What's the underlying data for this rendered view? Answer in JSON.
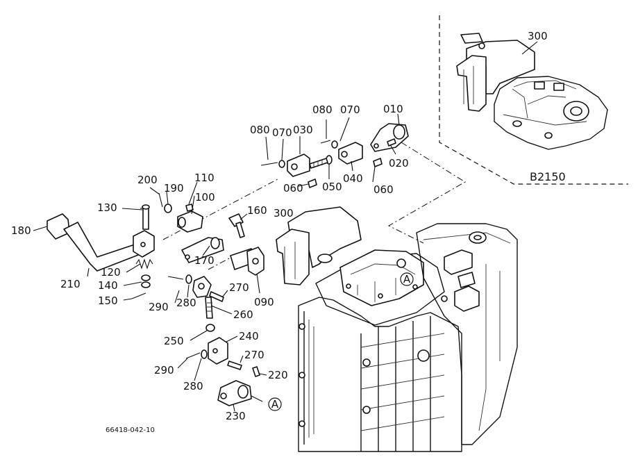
{
  "diagram": {
    "model_label": "B2150",
    "drawing_number": "66418-042-10",
    "reference_mark": "A",
    "part_labels": {
      "p010": "010",
      "p020": "020",
      "p030": "030",
      "p040": "040",
      "p050": "050",
      "p060a": "060",
      "p060b": "060",
      "p070a": "070",
      "p070b": "070",
      "p080a": "080",
      "p080b": "080",
      "p090": "090",
      "p100": "100",
      "p110": "110",
      "p120": "120",
      "p130": "130",
      "p140": "140",
      "p150": "150",
      "p160": "160",
      "p170": "170",
      "p180": "180",
      "p190": "190",
      "p200": "200",
      "p210": "210",
      "p220": "220",
      "p230": "230",
      "p240": "240",
      "p250": "250",
      "p260": "260",
      "p270a": "270",
      "p270b": "270",
      "p280a": "280",
      "p280b": "280",
      "p290a": "290",
      "p290b": "290",
      "p300a": "300",
      "p300b": "300"
    }
  }
}
